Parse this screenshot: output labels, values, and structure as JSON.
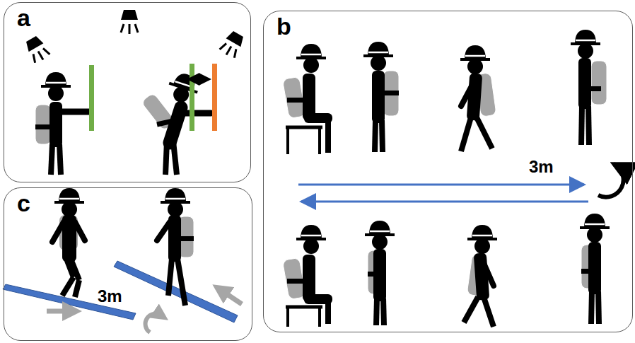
{
  "diagram": {
    "nodes": [
      {
        "text": [
          "a"
        ]
      },
      {
        "text": [
          "b"
        ]
      },
      {
        "text": [
          "c"
        ]
      }
    ],
    "labels": [
      "3m",
      "3m"
    ]
  }
}
